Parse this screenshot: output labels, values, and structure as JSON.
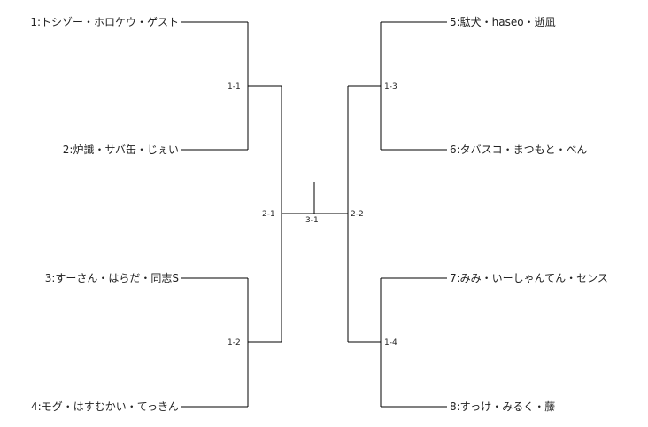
{
  "teams_left": [
    "1:トシゾー・ホロケウ・ゲスト",
    "2:炉識・サバ缶・じぇい",
    "3:すーさん・はらだ・同志S",
    "4:モグ・はすむかい・てっきん"
  ],
  "teams_right": [
    "5:駄犬・haseo・逝凪",
    "6:タバスコ・まつもと・べん",
    "7:みみ・いーしゃんてん・センス",
    "8:すっけ・みるく・藤"
  ],
  "matches": {
    "r1": [
      "1-1",
      "1-2",
      "1-3",
      "1-4"
    ],
    "r2": [
      "2-1",
      "2-2"
    ],
    "final": "3-1"
  }
}
